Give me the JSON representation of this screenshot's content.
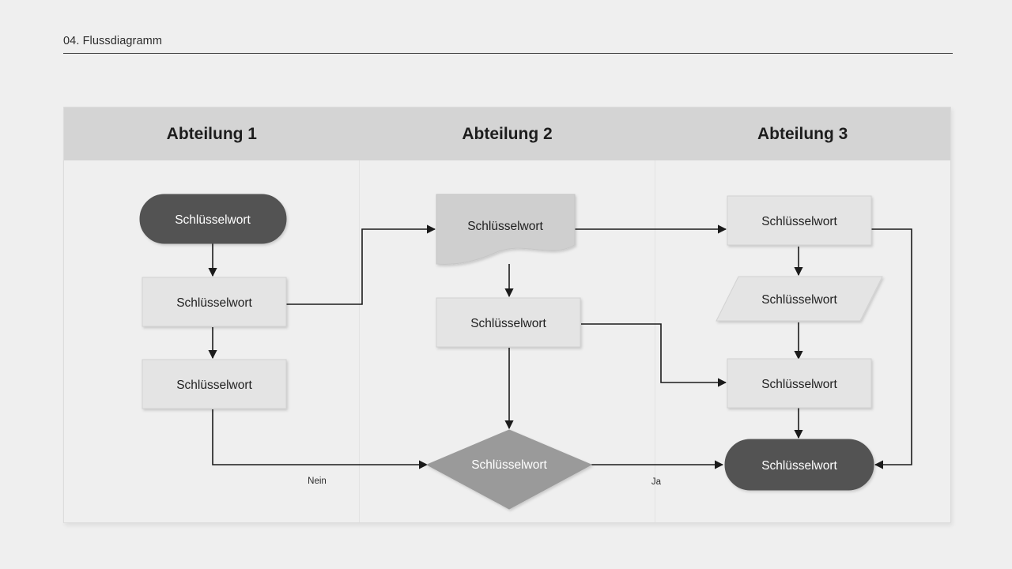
{
  "header": {
    "title": "04. Flussdiagramm"
  },
  "lanes": [
    {
      "label": "Abteilung 1"
    },
    {
      "label": "Abteilung 2"
    },
    {
      "label": "Abteilung 3"
    }
  ],
  "nodes": {
    "lane1_start": {
      "label": "Schlüsselwort",
      "shape": "terminator",
      "fill": "#535353"
    },
    "lane1_step1": {
      "label": "Schlüsselwort",
      "shape": "process",
      "fill": "#e4e4e4"
    },
    "lane1_step2": {
      "label": "Schlüsselwort",
      "shape": "process",
      "fill": "#e4e4e4"
    },
    "lane2_document": {
      "label": "Schlüsselwort",
      "shape": "document",
      "fill": "#cfcfcf"
    },
    "lane2_step1": {
      "label": "Schlüsselwort",
      "shape": "process",
      "fill": "#e4e4e4"
    },
    "lane2_decision": {
      "label": "Schlüsselwort",
      "shape": "decision",
      "fill": "#9a9a9a"
    },
    "lane3_step1": {
      "label": "Schlüsselwort",
      "shape": "process",
      "fill": "#e4e4e4"
    },
    "lane3_io": {
      "label": "Schlüsselwort",
      "shape": "parallelogram",
      "fill": "#e4e4e4"
    },
    "lane3_step2": {
      "label": "Schlüsselwort",
      "shape": "process",
      "fill": "#e4e4e4"
    },
    "lane3_end": {
      "label": "Schlüsselwort",
      "shape": "terminator",
      "fill": "#535353"
    }
  },
  "edge_labels": {
    "nein": "Nein",
    "ja": "Ja"
  },
  "colors": {
    "background": "#efefef",
    "lane_header": "#d4d4d4",
    "frame_border": "#dcdcdc",
    "connector": "#1b1b1b",
    "rule": "#3d3d3d"
  }
}
